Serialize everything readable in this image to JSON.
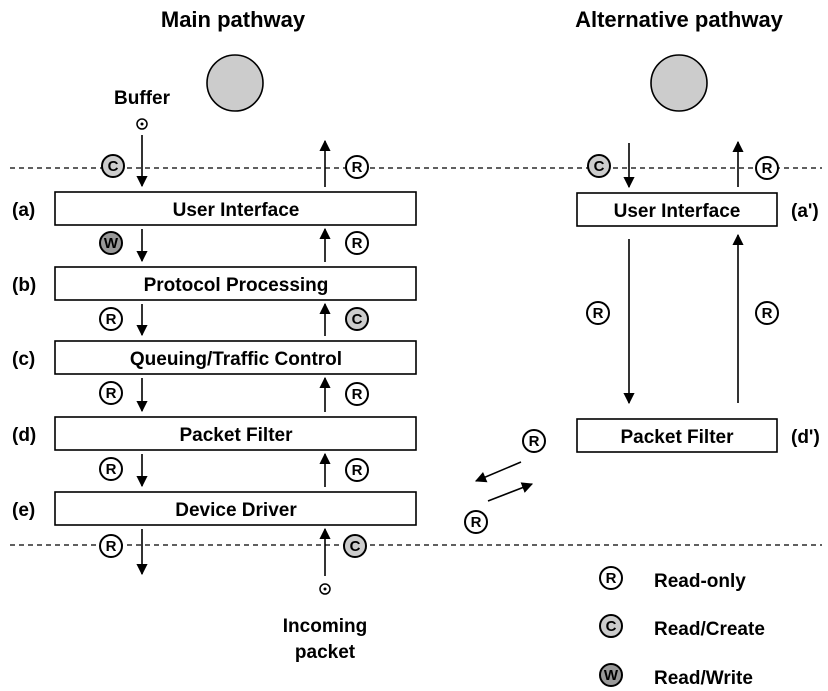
{
  "titles": {
    "main": "Main pathway",
    "alternative": "Alternative pathway"
  },
  "labels": {
    "buffer": "Buffer",
    "incoming_line1": "Incoming",
    "incoming_line2": "packet"
  },
  "main_layers": [
    {
      "tag": "(a)",
      "name": "User Interface"
    },
    {
      "tag": "(b)",
      "name": "Protocol Processing"
    },
    {
      "tag": "(c)",
      "name": "Queuing/Traffic Control"
    },
    {
      "tag": "(d)",
      "name": "Packet Filter"
    },
    {
      "tag": "(e)",
      "name": "Device Driver"
    }
  ],
  "alt_layers": [
    {
      "tag": "(a')",
      "name": "User Interface"
    },
    {
      "tag": "(d')",
      "name": "Packet Filter"
    }
  ],
  "legend": [
    {
      "letter": "R",
      "text": "Read-only",
      "fill": "#ffffff"
    },
    {
      "letter": "C",
      "text": "Read/Create",
      "fill": "#cccccc"
    },
    {
      "letter": "W",
      "text": "Read/Write",
      "fill": "#999999"
    }
  ],
  "badge_letters": {
    "read_only": "R",
    "read_create": "C",
    "read_write": "W"
  },
  "colors": {
    "circle_fill": "#cccccc",
    "read_only": "#ffffff",
    "read_create": "#cccccc",
    "read_write": "#999999"
  }
}
